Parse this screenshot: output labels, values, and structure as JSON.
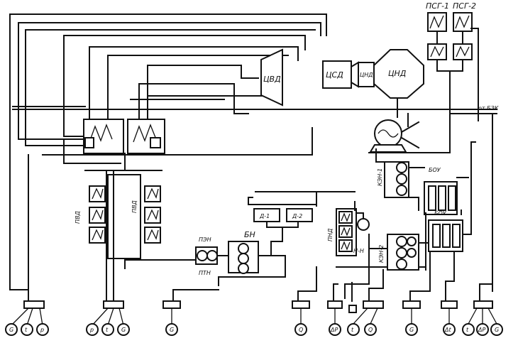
{
  "turbine": {
    "hp_label": "ЦВД",
    "ip_label": "ЦСД",
    "crossover_label": "ЦНД",
    "lp_label": "ЦНД"
  },
  "heaters": {
    "network_heater_1": "ПСГ-1",
    "network_heater_2": "ПСГ-2",
    "hp_heaters_left": "ПВД",
    "hp_heaters_right": "ПВД",
    "lp_heaters": "ПНД",
    "deaerator_a": "Д-1",
    "deaerator_b": "Д-2"
  },
  "pumps": {
    "feed_booster": "ПЭН",
    "feed_turbine": "ПТН",
    "booster": "БН",
    "condensate_1": "КЭН-1",
    "condensate_2": "КЭН-2",
    "ejector_block": "БОУ",
    "ejector_coolers": "Н-Н"
  },
  "external": {
    "from_label": "от БЗК"
  },
  "instruments": {
    "group_1": [
      "G",
      "t",
      "p"
    ],
    "group_2": [
      "p",
      "t",
      "G"
    ],
    "group_3": [
      "G"
    ],
    "group_4": [
      "Q"
    ],
    "group_5": [
      "ΔP"
    ],
    "group_6": [
      "t",
      "Q"
    ],
    "group_7": [
      "G"
    ],
    "group_8": [
      "Δt"
    ],
    "group_9": [
      "t",
      "ΔP",
      "G"
    ]
  }
}
